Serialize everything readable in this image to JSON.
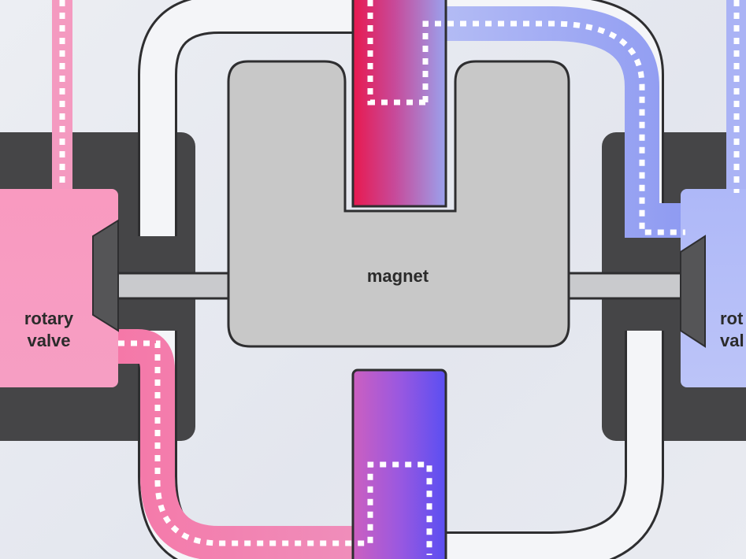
{
  "diagram": {
    "magnet_label": "magnet",
    "left_valve": {
      "line1": "rotary",
      "line2": "valve"
    },
    "right_valve": {
      "line1": "rot",
      "line2": "val"
    }
  },
  "colors": {
    "hot": "#f06a9a",
    "hot_dark": "#e8194f",
    "cold": "#8f9bf2",
    "cold_dark": "#4a50f0",
    "mixed": "#a35bd8",
    "magnet_fill": "#c8c8c8",
    "housing": "#454547",
    "pipe_fill": "#f4f5f8",
    "outline": "#2e2e30"
  },
  "icons": [
    "rotary-valve-icon",
    "magnet-icon",
    "flow-arrow-icon"
  ]
}
